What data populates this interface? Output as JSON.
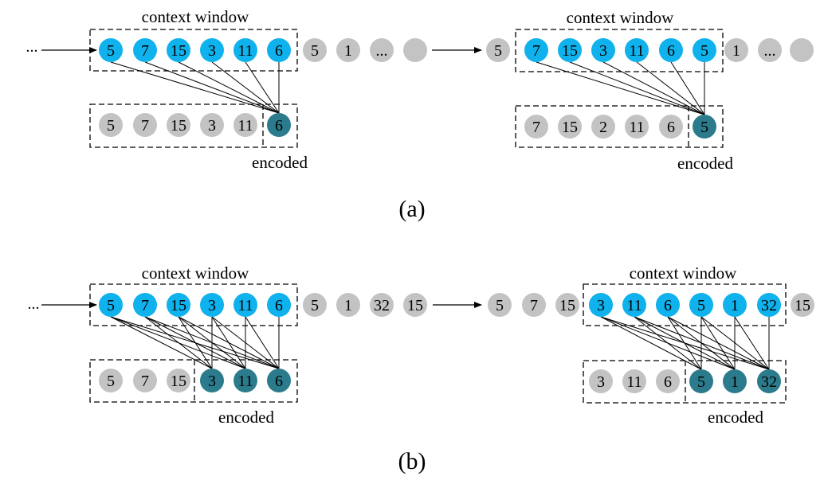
{
  "labels": {
    "context_window": "context window",
    "context_window_a1": "context  window",
    "encoded": "encoded",
    "ellipsis": "...",
    "panel_a": "(a)",
    "panel_b": "(b)"
  },
  "colors": {
    "context": "#0fb2ec",
    "plain": "#c3c3c3",
    "encoded": "#2c7b8c",
    "line": "#000000"
  },
  "a1": {
    "context": [
      "5",
      "7",
      "15",
      "3",
      "11",
      "6"
    ],
    "after": [
      "5",
      "1",
      "...",
      ""
    ],
    "encoded_row_plain": [
      "5",
      "7",
      "15",
      "3",
      "11"
    ],
    "encoded_row_coded": [
      "6"
    ]
  },
  "a2": {
    "before": [
      "5"
    ],
    "context": [
      "7",
      "15",
      "3",
      "11",
      "6",
      "5"
    ],
    "after": [
      "1",
      "...",
      ""
    ],
    "encoded_row_plain": [
      "7",
      "15",
      "2",
      "11",
      "6"
    ],
    "encoded_row_coded": [
      "5"
    ]
  },
  "b1": {
    "context": [
      "5",
      "7",
      "15",
      "3",
      "11",
      "6"
    ],
    "after": [
      "5",
      "1",
      "32",
      "15"
    ],
    "encoded_row_plain": [
      "5",
      "7",
      "15"
    ],
    "encoded_row_coded": [
      "3",
      "11",
      "6"
    ]
  },
  "b2": {
    "before": [
      "5",
      "7",
      "15"
    ],
    "context": [
      "3",
      "11",
      "6",
      "5",
      "1",
      "32"
    ],
    "after": [
      "15"
    ],
    "encoded_row_plain": [
      "3",
      "11",
      "6"
    ],
    "encoded_row_coded": [
      "5",
      "1",
      "32"
    ]
  }
}
